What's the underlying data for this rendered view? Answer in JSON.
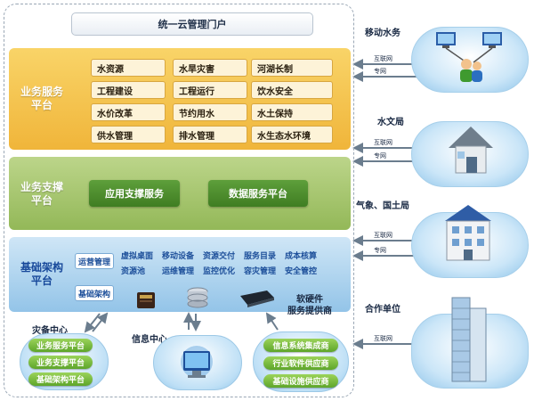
{
  "portal": {
    "title": "统一云管理门户"
  },
  "business": {
    "title_line1": "业务服务",
    "title_line2": "平台",
    "items": [
      [
        "水资源",
        "水旱灾害",
        "河湖长制"
      ],
      [
        "工程建设",
        "工程运行",
        "饮水安全"
      ],
      [
        "水价改革",
        "节约用水",
        "水土保持"
      ],
      [
        "供水管理",
        "排水管理",
        "水生态水环境"
      ]
    ]
  },
  "support": {
    "title_line1": "业务支撑",
    "title_line2": "平台",
    "app_service": "应用支撑服务",
    "data_service": "数据服务平台"
  },
  "infrastructure": {
    "title_line1": "基础架构",
    "title_line2": "平台",
    "ops": "运营管理",
    "arch": "基础架构",
    "row1": [
      "虚拟桌面",
      "移动设备",
      "资源交付",
      "服务目录",
      "成本核算"
    ],
    "row2": [
      "资源池",
      "运维管理",
      "监控优化",
      "容灾管理",
      "安全管控"
    ]
  },
  "vendors": {
    "line1": "软硬件",
    "line2": "服务提供商"
  },
  "bottom": {
    "dr_center": "灾备中心",
    "dr_items": [
      "业务服务平台",
      "业务支撑平台",
      "基础架构平台"
    ],
    "info_center": "信息中心",
    "vendor_items": [
      "信息系统集成商",
      "行业软件供应商",
      "基础设施供应商"
    ]
  },
  "right": {
    "mobile": "移动水务",
    "bureau": "水文局",
    "weather": "气象、国土局",
    "partner": "合作单位",
    "internet": "互联网",
    "private": "专网"
  },
  "colors": {
    "business": "#f0b53a",
    "support": "#93b858",
    "infrastructure": "#93c4e8",
    "cloud": "#bfe0f6"
  },
  "icons": [
    "computer-icon",
    "user-icon",
    "house-icon",
    "building-icon",
    "tower-icon",
    "server-icon",
    "disk-icon",
    "router-icon",
    "monitor-icon"
  ]
}
